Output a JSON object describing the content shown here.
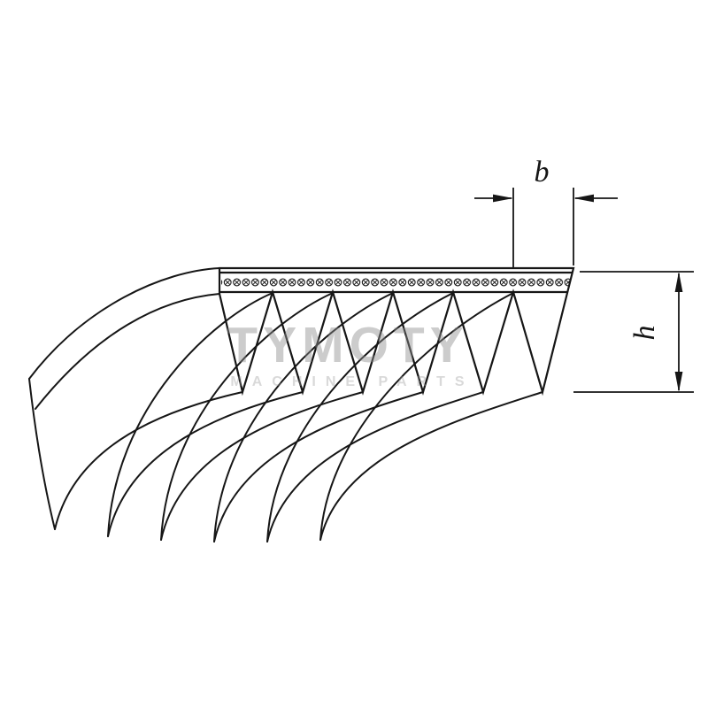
{
  "diagram": {
    "labels": {
      "rib_width": "b",
      "belt_height": "h"
    },
    "watermark": {
      "brand": "TYMOTY",
      "tagline": "MACHINE PARTS"
    },
    "colors": {
      "line": "#161616",
      "background": "#ffffff",
      "watermark": "#9a9a9a"
    }
  }
}
